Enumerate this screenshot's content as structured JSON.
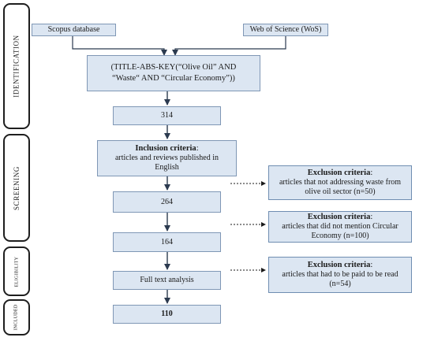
{
  "stages": {
    "identification": "IDENTIFICATION",
    "screening": "SCREENING",
    "eligibility": "ELIGIBILITY",
    "included": "INCLUDED"
  },
  "sources": {
    "scopus": "Scopus database",
    "wos": "Web of Science (WoS)"
  },
  "query": {
    "line1": "(TITLE-ABS-KEY(“Olive Oil” AND",
    "line2": "“Waste“ AND “Circular Economy”))"
  },
  "counts": {
    "initial": "314",
    "after_inclusion": "264",
    "after_exclusion2": "164",
    "final": "110"
  },
  "inclusion": {
    "title": "Inclusion criteria",
    "title_suffix": ":",
    "text": "articles and reviews published in English"
  },
  "full_text": "Full text analysis",
  "exclusions": [
    {
      "title": "Exclusion criteria",
      "suffix": ":",
      "text": "articles that not addressing waste from olive oil sector (n=50)"
    },
    {
      "title": "Exclusion criteria",
      "suffix": ":",
      "text": "articles that did not mention Circular Economy (n=100)"
    },
    {
      "title": "Exclusion criteria",
      "suffix": ":",
      "text": "articles that had to be paid to be read (n=54)"
    }
  ]
}
